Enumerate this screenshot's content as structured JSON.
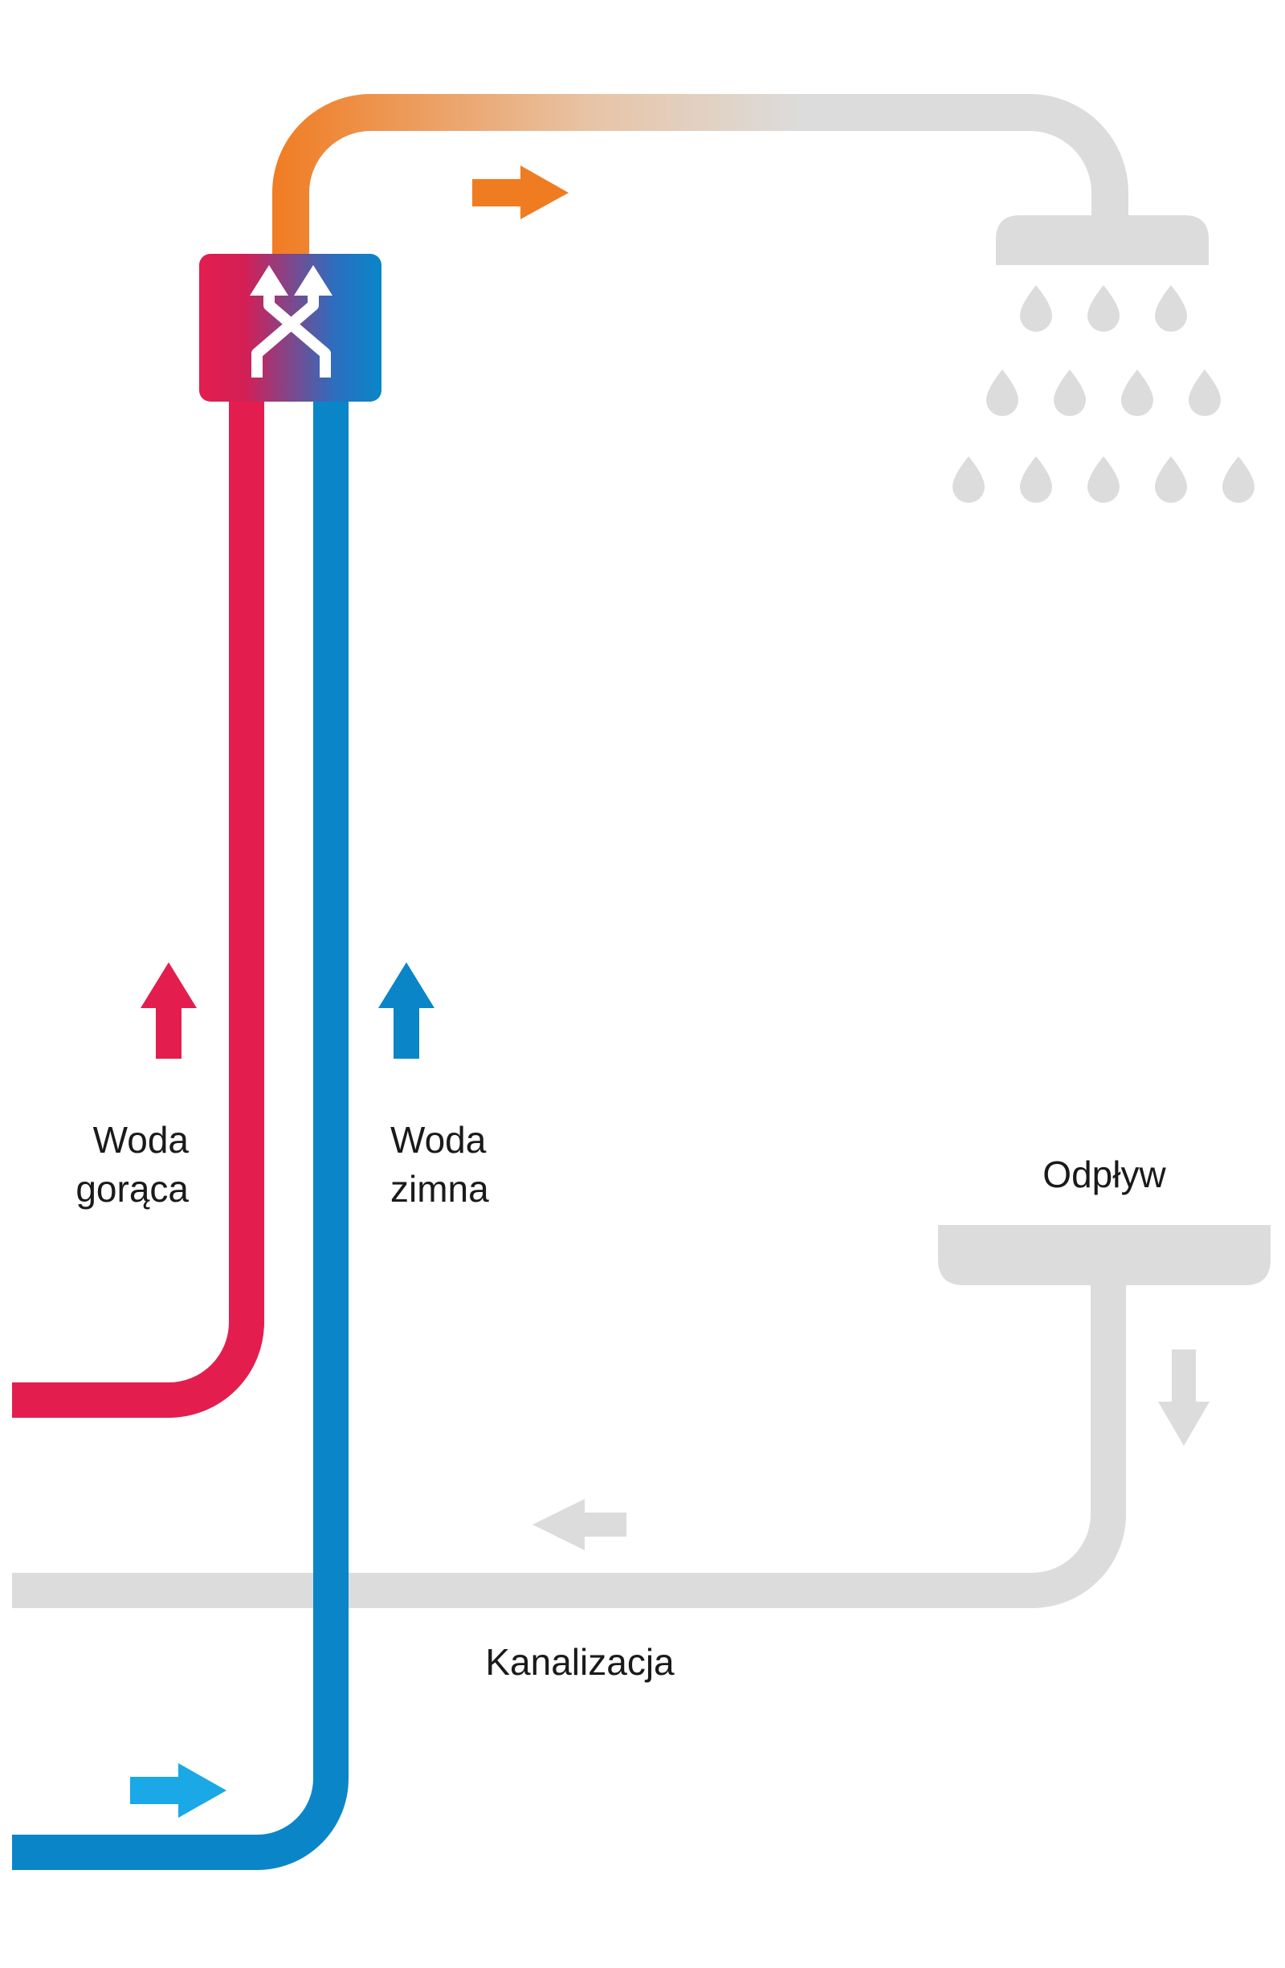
{
  "labels": {
    "hot_water_line1": "Woda",
    "hot_water_line2": "gorąca",
    "cold_water_line1": "Woda",
    "cold_water_line2": "zimna",
    "drain": "Odpływ",
    "sewer": "Kanalizacja"
  },
  "colors": {
    "hot": "#e31e4f",
    "cold": "#0a86c8",
    "warm": "#f07c22",
    "grey": "#dcdcdc",
    "inlet_arrow": "#1aa8e6"
  },
  "icons": {
    "mixer": "crossing-arrows-icon",
    "shower": "shower-head-icon"
  }
}
